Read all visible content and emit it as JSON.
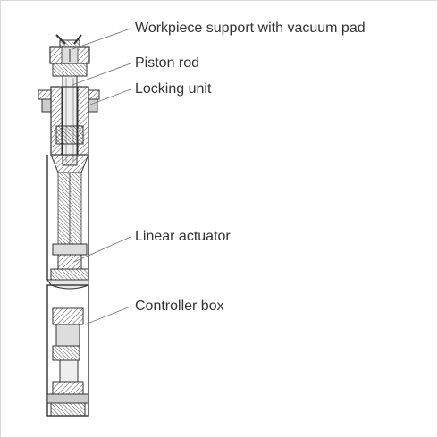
{
  "diagram": {
    "callouts": [
      {
        "label": "Workpiece support with vacuum pad"
      },
      {
        "label": "Piston rod"
      },
      {
        "label": "Locking unit"
      },
      {
        "label": "Linear actuator"
      },
      {
        "label": "Controller box"
      }
    ],
    "colors": {
      "background": "#ffffff",
      "border": "#d9d9d9",
      "ink": "#333333",
      "hatch": "#555555",
      "leader": "#777777"
    }
  }
}
